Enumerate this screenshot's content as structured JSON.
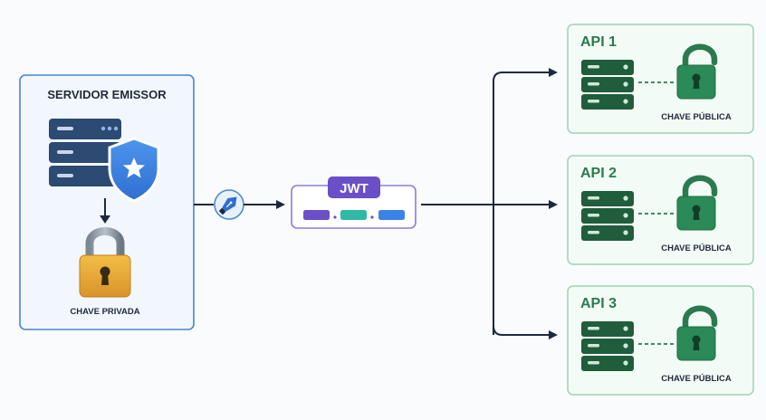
{
  "issuer": {
    "title": "SERVIDOR EMISSOR",
    "key_label": "CHAVE PRIVADA"
  },
  "token": {
    "label": "JWT",
    "segment_colors": [
      "#6a4fc9",
      "#2fb9a6",
      "#3b82e6"
    ]
  },
  "apis": [
    {
      "title": "API 1",
      "key_label": "CHAVE PÚBLICA"
    },
    {
      "title": "API 2",
      "key_label": "CHAVE PÚBLICA"
    },
    {
      "title": "API 3",
      "key_label": "CHAVE PÚBLICA"
    }
  ],
  "colors": {
    "issuer_border": "#4a86cf",
    "issuer_fill": "#f2f6fd",
    "server_dark": "#2c4a72",
    "shield": "#3b82e6",
    "lock_gold": "#e3a62f",
    "arrow": "#1c2940",
    "jwt_purple": "#6a4fc9",
    "api_border": "#9fd3b2",
    "api_fill": "#f3fbf6",
    "api_green": "#2b7a4f"
  },
  "icons": {
    "issuer_server": "server-icon",
    "issuer_shield": "shield-star-icon",
    "private_key": "closed-padlock-icon",
    "signing": "pen-nib-icon",
    "public_key": "open-padlock-icon",
    "api_server": "server-icon"
  }
}
